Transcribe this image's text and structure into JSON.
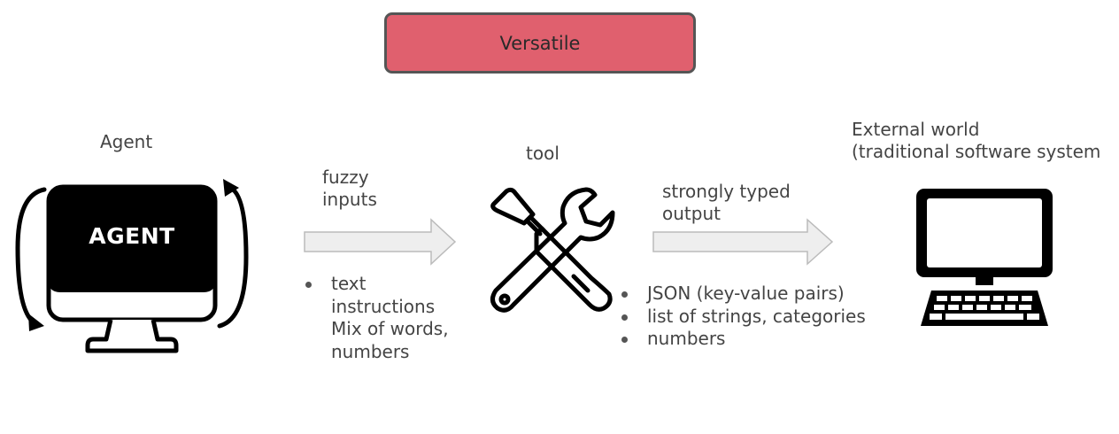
{
  "title": "Versatile",
  "agent": {
    "label": "Agent",
    "screen_text": "AGENT"
  },
  "input_arrow": {
    "label_line1": "fuzzy",
    "label_line2": "inputs"
  },
  "input_examples": {
    "items": [
      "text",
      "instructions",
      "Mix of words,",
      "numbers"
    ]
  },
  "tool": {
    "label": "tool",
    "icon": "wrench-screwdriver-icon"
  },
  "output_arrow": {
    "label_line1": "strongly typed",
    "label_line2": "output"
  },
  "output_examples": {
    "items": [
      "JSON (key-value pairs)",
      "list of strings, categories",
      "numbers"
    ]
  },
  "external": {
    "label_line1": "External world",
    "label_line2": "(traditional software system",
    "icon": "computer-icon"
  },
  "colors": {
    "title_fill": "#e0606e",
    "arrow_fill": "#eeeeee",
    "arrow_stroke": "#bbbbbb",
    "text": "#444444"
  }
}
